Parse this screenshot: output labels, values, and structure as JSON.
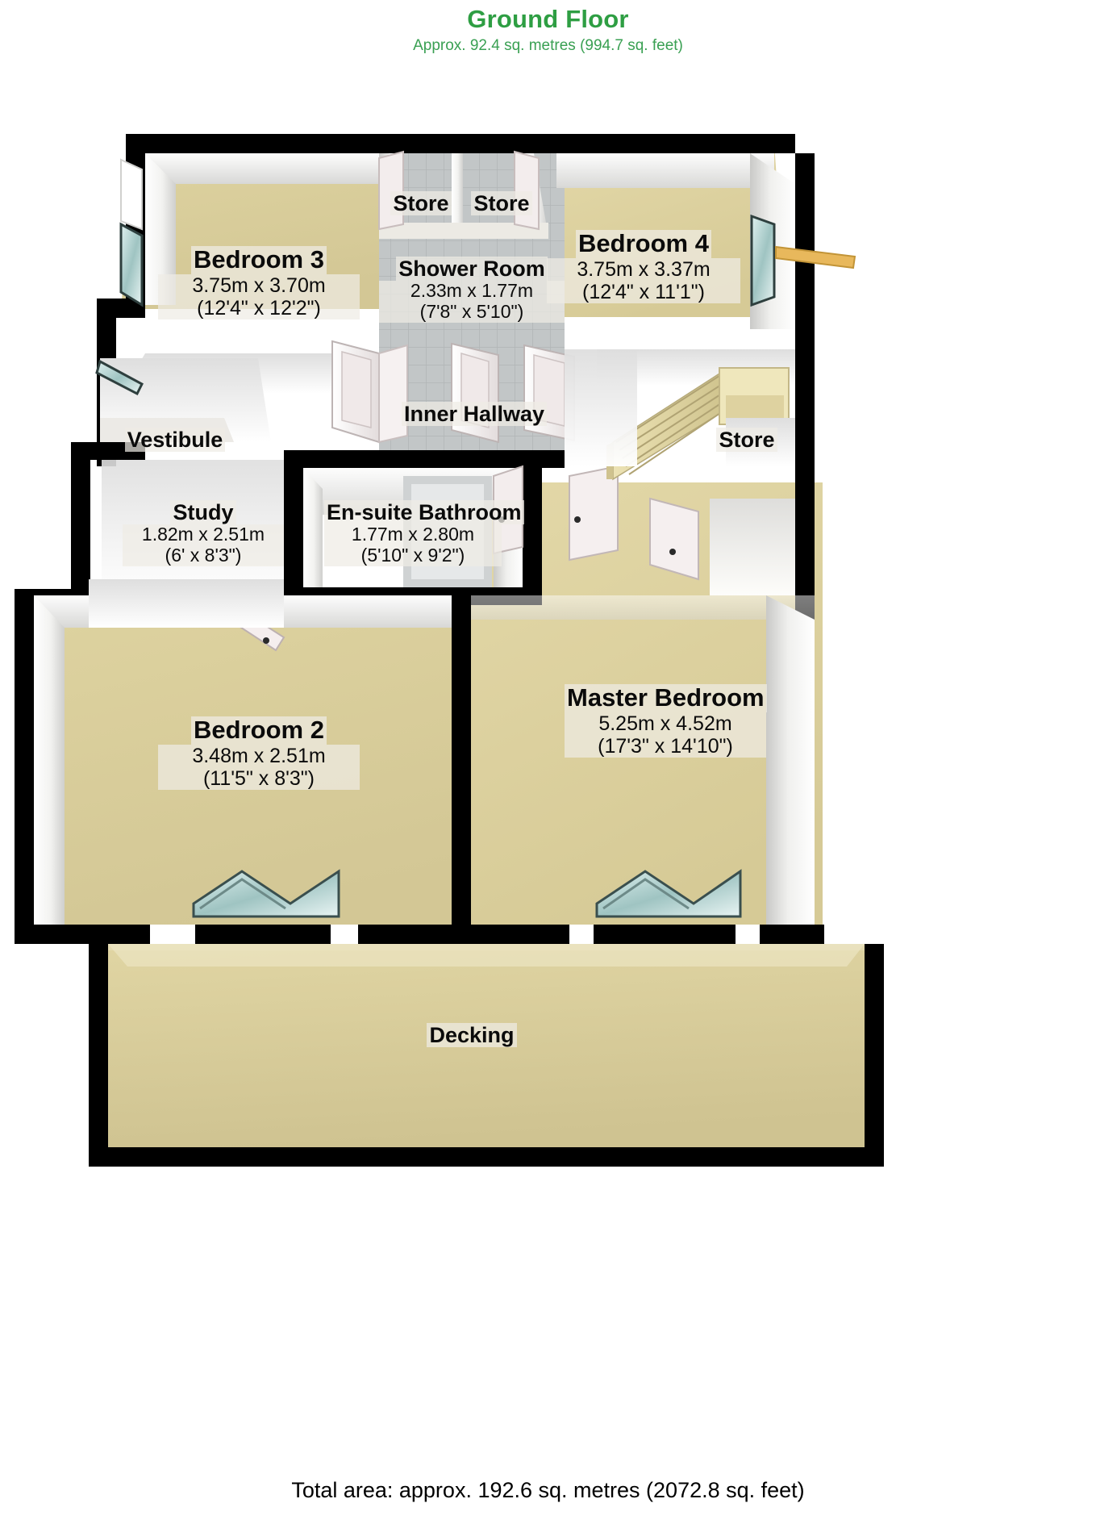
{
  "header": {
    "floor_title": "Ground Floor",
    "floor_subtitle": "Approx. 92.4 sq. metres (994.7 sq. feet)"
  },
  "footer": {
    "total_area": "Total area: approx. 192.6 sq. metres (2072.8 sq. feet)"
  },
  "colors": {
    "title_green": "#2e9e43",
    "subtitle_green": "#3aa053",
    "wall_black": "#000000",
    "floor_beige": "#d9cf9e",
    "floor_beige_light": "#e4d9a8",
    "wall_white": "#f4f4f2",
    "wall_shadow": "#c9c9c7",
    "tile_grey": "#b9bcbd",
    "stair_tan": "#d8cfa0",
    "label_bg": "#eeece4"
  },
  "rooms": [
    {
      "id": "bedroom-3",
      "name": "Bedroom 3",
      "dim_metric": "3.75m x 3.70m",
      "dim_imperial": "(12'4\" x 12'2\")",
      "size": "lg"
    },
    {
      "id": "bedroom-4",
      "name": "Bedroom 4",
      "dim_metric": "3.75m x 3.37m",
      "dim_imperial": "(12'4\" x 11'1\")",
      "size": "lg"
    },
    {
      "id": "shower-room",
      "name": "Shower Room",
      "dim_metric": "2.33m x 1.77m",
      "dim_imperial": "(7'8\" x 5'10\")",
      "size": "md"
    },
    {
      "id": "store-left",
      "name": "Store",
      "dim_metric": "",
      "dim_imperial": "",
      "size": "name"
    },
    {
      "id": "store-right",
      "name": "Store",
      "dim_metric": "",
      "dim_imperial": "",
      "size": "name"
    },
    {
      "id": "store-stairs",
      "name": "Store",
      "dim_metric": "",
      "dim_imperial": "",
      "size": "name"
    },
    {
      "id": "inner-hallway",
      "name": "Inner Hallway",
      "dim_metric": "",
      "dim_imperial": "",
      "size": "name"
    },
    {
      "id": "vestibule",
      "name": "Vestibule",
      "dim_metric": "",
      "dim_imperial": "",
      "size": "name"
    },
    {
      "id": "study",
      "name": "Study",
      "dim_metric": "1.82m x 2.51m",
      "dim_imperial": "(6' x 8'3\")",
      "size": "md"
    },
    {
      "id": "ensuite-bathroom",
      "name": "En-suite Bathroom",
      "dim_metric": "1.77m x 2.80m",
      "dim_imperial": "(5'10\" x 9'2\")",
      "size": "md"
    },
    {
      "id": "bedroom-2",
      "name": "Bedroom 2",
      "dim_metric": "3.48m x 2.51m",
      "dim_imperial": "(11'5\" x 8'3\")",
      "size": "lg"
    },
    {
      "id": "master-bedroom",
      "name": "Master Bedroom",
      "dim_metric": "5.25m x 4.52m",
      "dim_imperial": "(17'3\" x 14'10\")",
      "size": "lg"
    },
    {
      "id": "decking",
      "name": "Decking",
      "dim_metric": "",
      "dim_imperial": "",
      "size": "name"
    }
  ]
}
